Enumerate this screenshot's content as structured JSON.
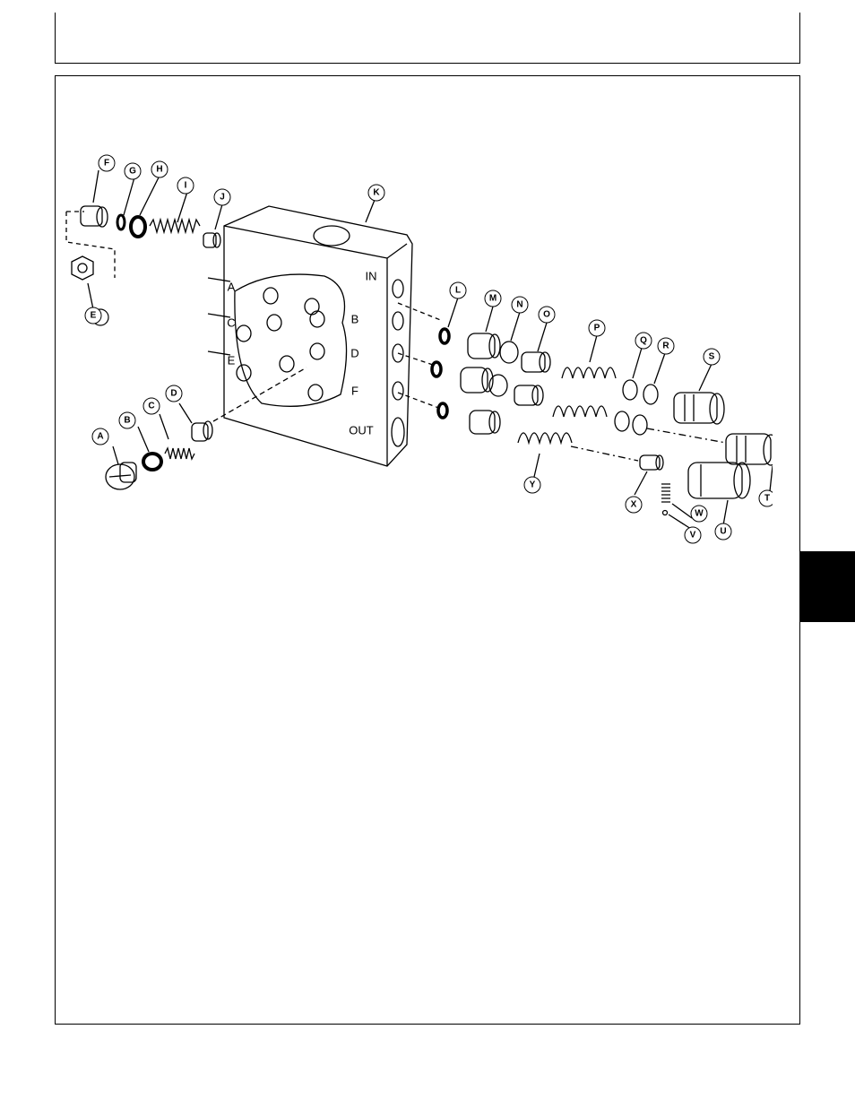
{
  "figure": {
    "callouts": [
      "A",
      "B",
      "C",
      "D",
      "E",
      "F",
      "G",
      "H",
      "I",
      "J",
      "K",
      "L",
      "M",
      "N",
      "O",
      "P",
      "Q",
      "R",
      "S",
      "T",
      "U",
      "V",
      "W",
      "X",
      "Y"
    ],
    "port_labels": [
      "IN",
      "A",
      "B",
      "C",
      "D",
      "E",
      "F",
      "OUT"
    ]
  }
}
